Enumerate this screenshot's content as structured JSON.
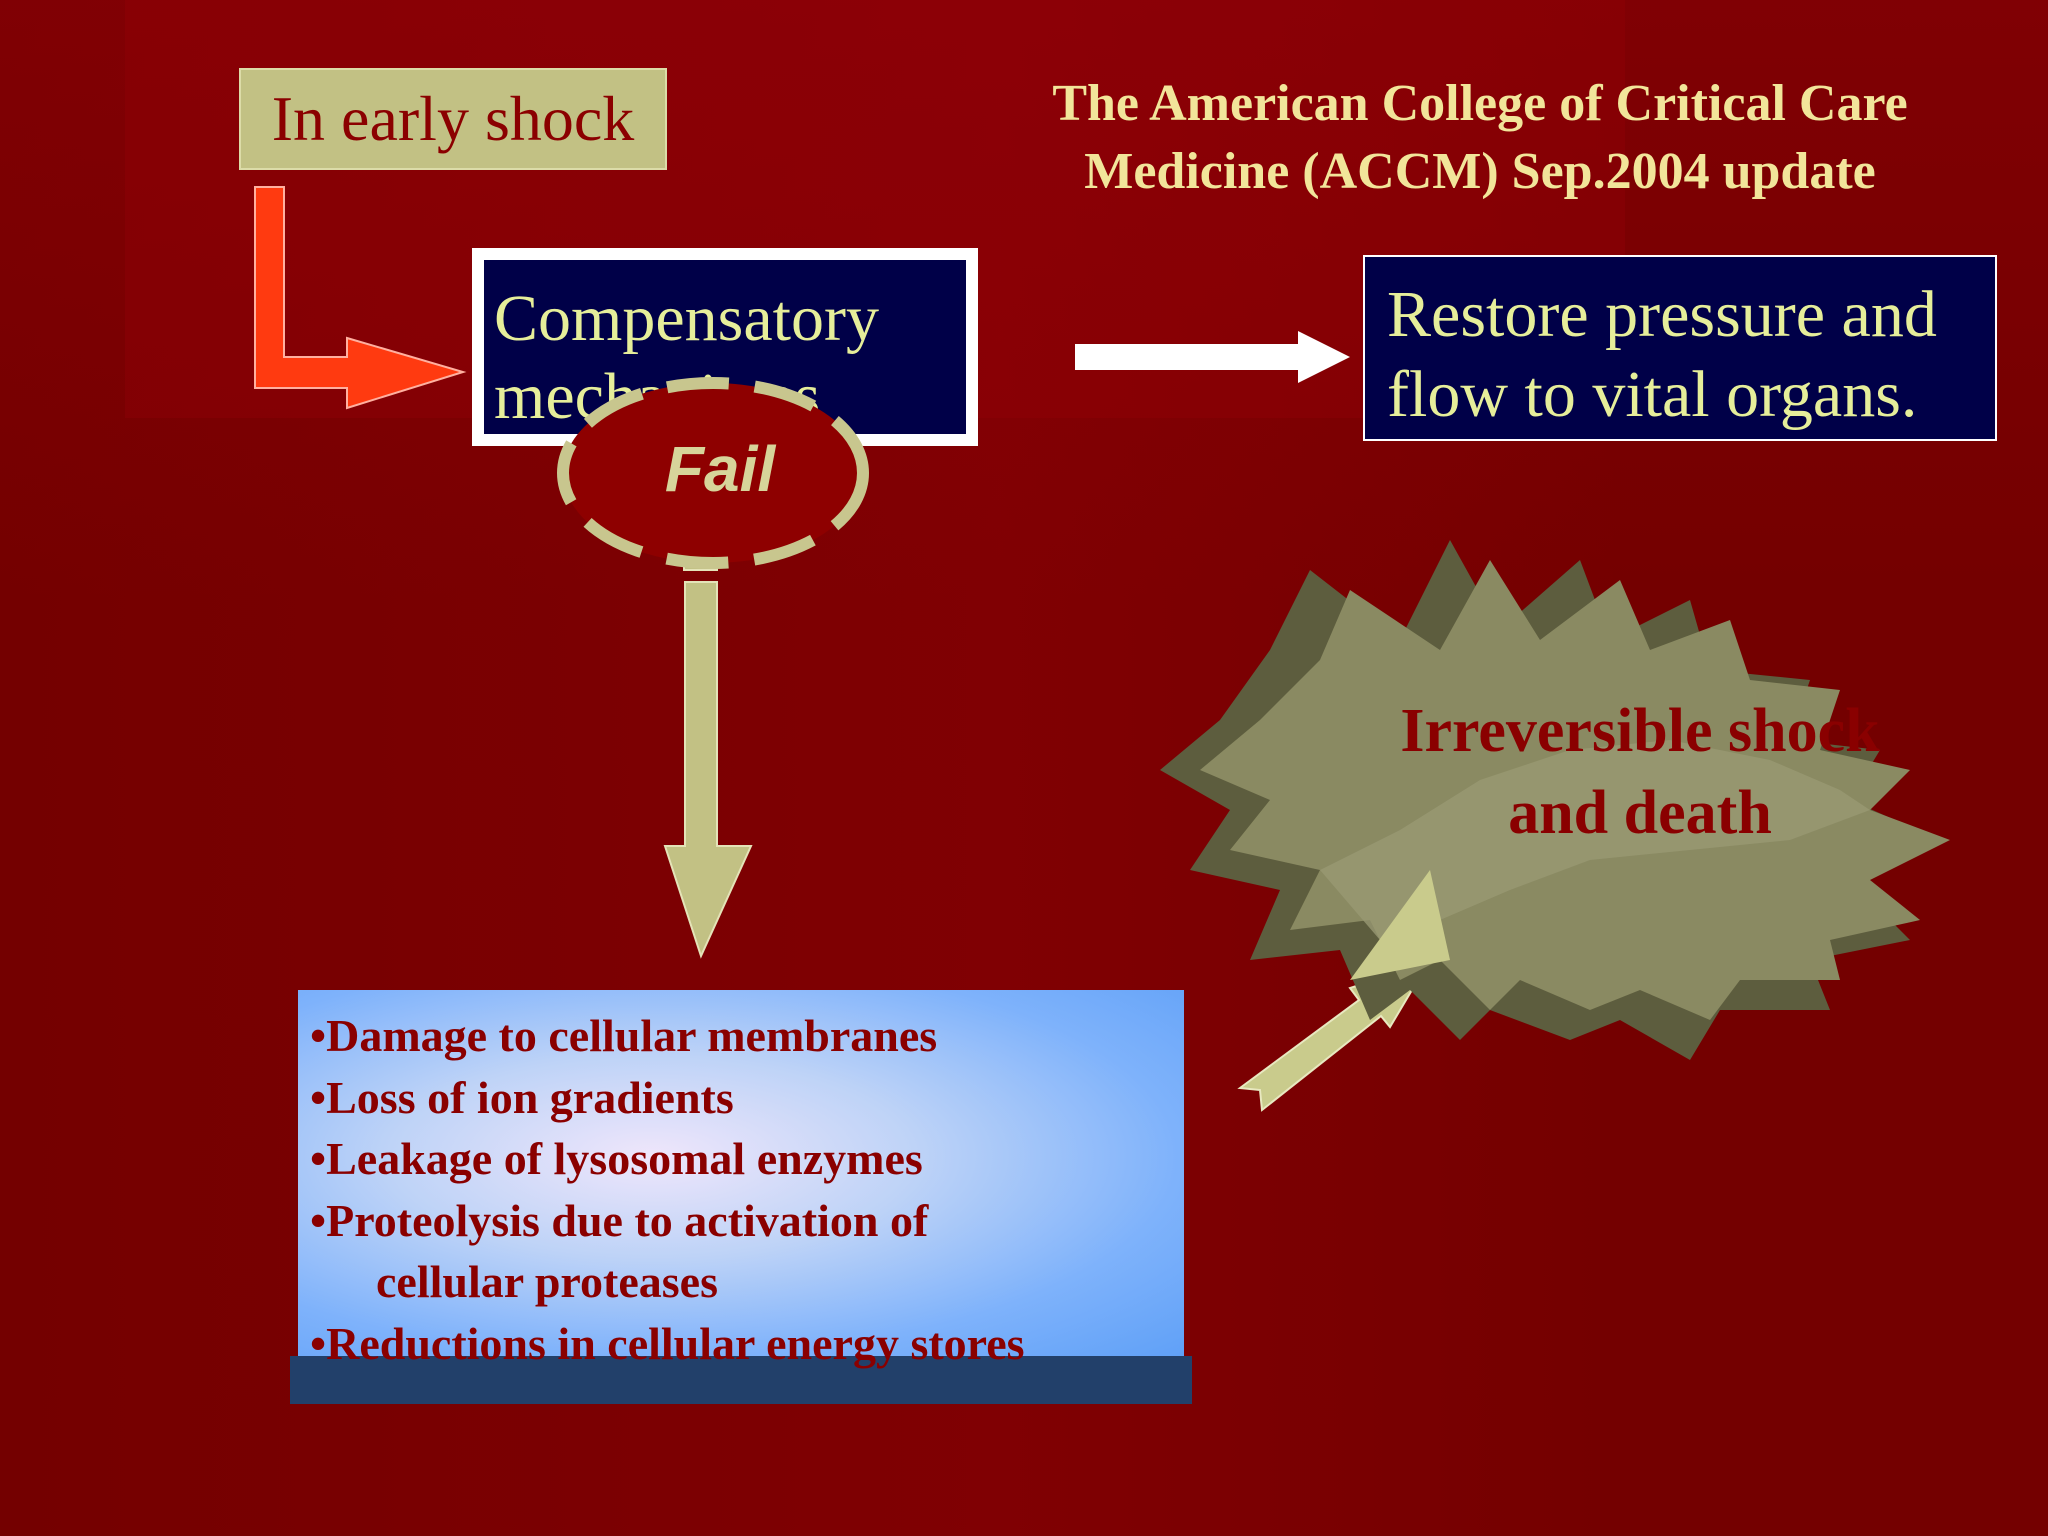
{
  "title": {
    "line1": "The American College of Critical Care",
    "line2": "Medicine (ACCM) Sep.2004 update"
  },
  "early_shock": "In early shock",
  "compensatory": {
    "line1": "Compensatory",
    "line2": "mechanisms"
  },
  "restore": {
    "line1": "Restore pressure and",
    "line2": "flow to vital organs."
  },
  "fail": "Fail",
  "consequences": [
    "•Damage to cellular membranes",
    "•Loss of ion gradients",
    "•Leakage of lysosomal enzymes",
    "•Proteolysis due to activation of",
    "cellular proteases",
    "•Reductions in cellular energy stores"
  ],
  "outcome": {
    "line1": "Irreversible shock",
    "line2": "and death"
  },
  "colors": {
    "background": "#740000",
    "title_text": "#f2e59a",
    "node_navy": "#000048",
    "node_text": "#e6ee9a",
    "khaki": "#c2c184",
    "red_arrow": "#ff3a10",
    "dark_red_text": "#8a0000"
  }
}
